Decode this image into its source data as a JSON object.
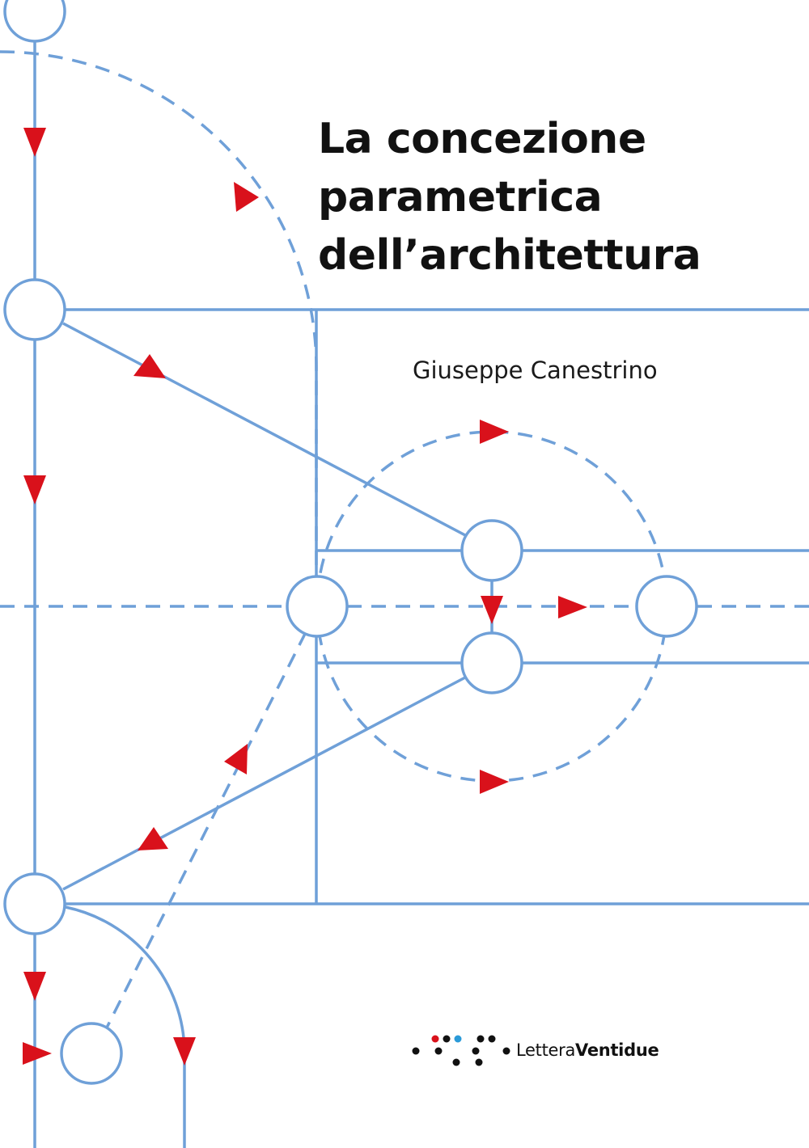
{
  "cover": {
    "title_lines": [
      "La concezione",
      "parametrica",
      "dell’architettura"
    ],
    "author": "Giuseppe Canestrino",
    "publisher": {
      "name_part1": "Lettera",
      "name_part2": "Ventidue"
    }
  },
  "colors": {
    "line_blue": "#6fa0d8",
    "arrow_red": "#d9111b",
    "text": "#111111",
    "background": "#ffffff",
    "logo_red": "#d9111b",
    "logo_blue": "#2a9ad8",
    "logo_black": "#111111"
  },
  "icons": {
    "diagram": "parametric-flow-diagram",
    "logo": "dot-pattern-logo"
  }
}
